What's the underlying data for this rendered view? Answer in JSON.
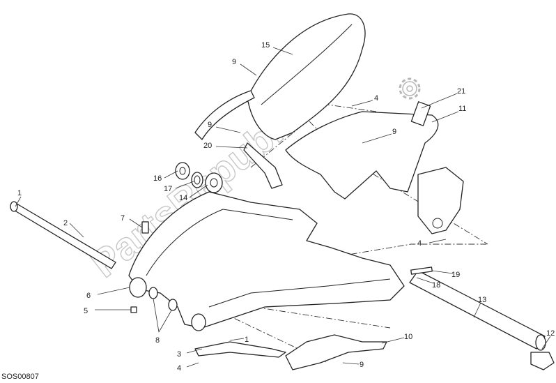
{
  "diagram": {
    "code": "SOS00807",
    "watermark": "PartsRepublik",
    "icon": "gear-icon",
    "labels": [
      "15",
      "9",
      "4",
      "21",
      "11",
      "9",
      "9",
      "20",
      "16",
      "17",
      "14",
      "1",
      "2",
      "7",
      "6",
      "5",
      "8",
      "3",
      "4",
      "1",
      "10",
      "9",
      "13",
      "12",
      "18",
      "19",
      "4"
    ]
  }
}
